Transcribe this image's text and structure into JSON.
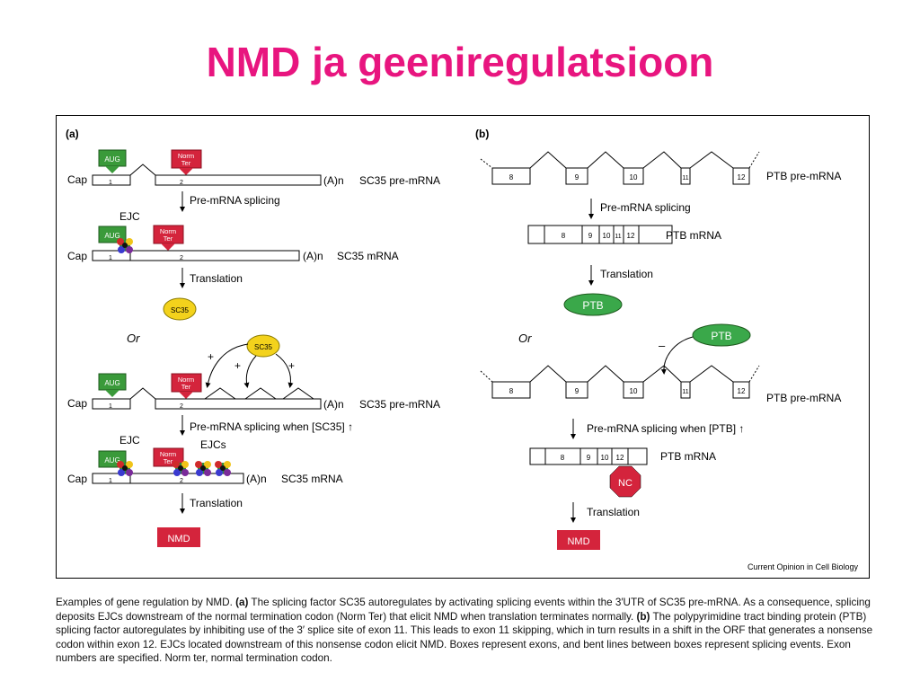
{
  "slide": {
    "title": "NMD  ja geeniregulatsioon"
  },
  "panel_a": {
    "label": "(a)",
    "cap": "Cap",
    "aug": "AUG",
    "norm": "Norm",
    "ter": "Ter",
    "exon1": "1",
    "exon2": "2",
    "polyA": "(A)n",
    "sc35_pre_mrna": "SC35 pre-mRNA",
    "sc35_mrna": "SC35 mRNA",
    "pre_mrna_splicing": "Pre-mRNA splicing",
    "pre_mrna_splicing_sc35": "Pre-mRNA splicing when [SC35] ↑",
    "translation": "Translation",
    "ejc": "EJC",
    "ejcs": "EJCs",
    "sc35": "SC35",
    "or": "Or",
    "plus": "+",
    "nmd": "NMD"
  },
  "panel_b": {
    "label": "(b)",
    "exon8": "8",
    "exon9": "9",
    "exon10": "10",
    "exon11": "11",
    "exon12": "12",
    "ptb_pre_mrna": "PTB pre-mRNA",
    "ptb_mrna": "PTB mRNA",
    "pre_mrna_splicing": "Pre-mRNA splicing",
    "pre_mrna_splicing_ptb": "Pre-mRNA splicing when [PTB] ↑",
    "translation": "Translation",
    "ptb": "PTB",
    "or": "Or",
    "minus": "–",
    "nc": "NC",
    "nmd": "NMD"
  },
  "source": "Current Opinion in Cell Biology",
  "caption": {
    "intro": "Examples of gene regulation by NMD. ",
    "a_label": "(a)",
    "a_text": " The splicing factor SC35 autoregulates by activating splicing events within the 3′UTR of SC35 pre-mRNA. As a consequence, splicing deposits EJCs downstream of the normal termination codon (Norm Ter) that elicit NMD when translation terminates normally. ",
    "b_label": "(b)",
    "b_text": " The polypyrimidine tract binding protein (PTB) splicing factor autoregulates by inhibiting use of the 3′ splice site of exon 11. This leads to exon 11 skipping, which in turn results in a shift in the ORF that generates a nonsense codon within exon 12. EJCs located downstream of this nonsense codon elicit NMD. Boxes represent exons, and bent lines between boxes represent splicing events. Exon numbers are specified. Norm ter, normal termination codon."
  },
  "colors": {
    "title": "#e8157f",
    "aug_green": "#3a9a3a",
    "norm_red": "#d4243c",
    "sc35_yellow": "#f3d21c",
    "ptb_green": "#3aa84a"
  }
}
